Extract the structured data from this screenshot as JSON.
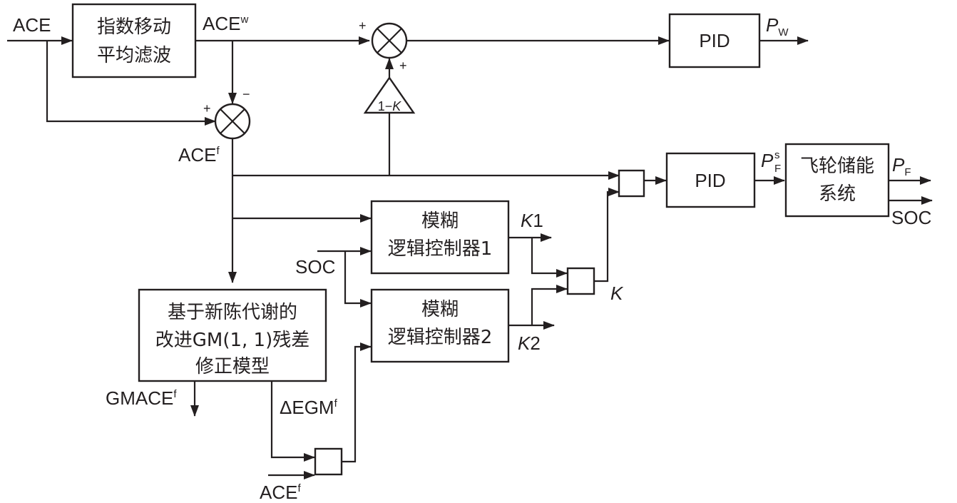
{
  "diagram": {
    "type": "control-block-diagram",
    "blocks": {
      "ema_filter": {
        "line1": "指数移动",
        "line2": "平均滤波"
      },
      "pid_wind": {
        "label": "PID"
      },
      "pid_flywheel": {
        "label": "PID"
      },
      "flywheel_system": {
        "line1": "飞轮储能",
        "line2": "系统"
      },
      "fuzzy1": {
        "line1": "模糊",
        "line2": "逻辑控制器1"
      },
      "fuzzy2": {
        "line1": "模糊",
        "line2": "逻辑控制器2"
      },
      "gm_model": {
        "line1": "基于新陈代谢的",
        "line2": "改进GM(1, 1)残差",
        "line3": "修正模型"
      },
      "gain": {
        "label": "1−K"
      }
    },
    "signals": {
      "ace_in": "ACE",
      "ace_w": {
        "base": "ACE",
        "sup": "w"
      },
      "ace_f": {
        "base": "ACE",
        "sup": "f"
      },
      "p_w": {
        "base": "P",
        "sub": "W"
      },
      "p_f_s": {
        "base": "P",
        "sub": "F",
        "sup": "s"
      },
      "p_f": {
        "base": "P",
        "sub": "F"
      },
      "soc_out": "SOC",
      "soc_in": "SOC",
      "k1": "K1",
      "k2": "K2",
      "k": "K",
      "gmace_f": {
        "base": "GMACE",
        "sup": "f"
      },
      "delta_egm_f": {
        "base": "ΔEGM",
        "sup": "f"
      },
      "ace_f_bottom": {
        "base": "ACE",
        "sup": "f"
      }
    },
    "sum_junction_signs": {
      "junction1_left": "+",
      "junction1_top": "−",
      "junction2_left": "+",
      "junction2_bottom": "+"
    },
    "edges": [
      {
        "from": "ACE input",
        "to": "指数移动平均滤波"
      },
      {
        "from": "ACE input",
        "to": "junction1 (+)"
      },
      {
        "from": "指数移动平均滤波 (ACEw)",
        "to": "junction1 (−)"
      },
      {
        "from": "指数移动平均滤波 (ACEw)",
        "to": "junction2 (+)"
      },
      {
        "from": "junction1 (ACEf)",
        "to": "gain 1−K"
      },
      {
        "from": "gain 1−K",
        "to": "junction2 (+)"
      },
      {
        "from": "junction2",
        "to": "PID (wind)"
      },
      {
        "from": "PID (wind)",
        "to": "Pw"
      },
      {
        "from": "ACEf",
        "to": "multiplier"
      },
      {
        "from": "K",
        "to": "multiplier"
      },
      {
        "from": "multiplier",
        "to": "PID (flywheel)"
      },
      {
        "from": "PID (flywheel) (PFs)",
        "to": "飞轮储能系统"
      },
      {
        "from": "飞轮储能系统",
        "to": "PF"
      },
      {
        "from": "飞轮储能系统",
        "to": "SOC"
      },
      {
        "from": "ACEf",
        "to": "模糊逻辑控制器1"
      },
      {
        "from": "SOC",
        "to": "模糊逻辑控制器1"
      },
      {
        "from": "SOC",
        "to": "模糊逻辑控制器2"
      },
      {
        "from": "ACEf",
        "to": "GM(1,1) model"
      },
      {
        "from": "GM(1,1) model",
        "to": "GMACEf"
      },
      {
        "from": "GM(1,1) model (ΔEGMf)",
        "to": "divider"
      },
      {
        "from": "ACEf",
        "to": "divider"
      },
      {
        "from": "divider",
        "to": "模糊逻辑控制器2"
      },
      {
        "from": "模糊逻辑控制器1 (K1)",
        "to": "selector"
      },
      {
        "from": "模糊逻辑控制器2 (K2)",
        "to": "selector"
      },
      {
        "from": "selector (K)",
        "to": "multiplier"
      }
    ]
  }
}
